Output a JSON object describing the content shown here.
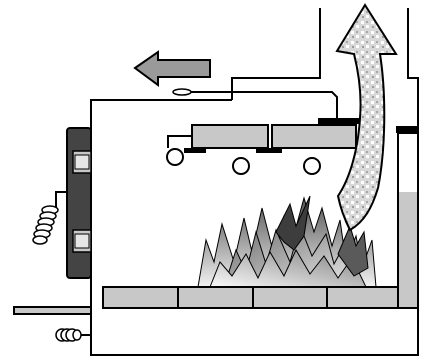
{
  "diagram": {
    "elements": [
      "stove-body",
      "chimney-flue",
      "side-handle-panel",
      "coil-handle",
      "bottom-coil-handle",
      "hinged-door-panels",
      "rail-rod",
      "roller-wheels",
      "flue-damper",
      "side-air-channel",
      "hearth-bricks",
      "flames",
      "smoke-arrow",
      "air-direction-arrow"
    ]
  },
  "colors": {
    "outline": "#000000",
    "panel_fill": "#c8c8c8",
    "dark_panel": "#444444",
    "arrow_gray": "#9a9a9a",
    "background": "#ffffff"
  }
}
